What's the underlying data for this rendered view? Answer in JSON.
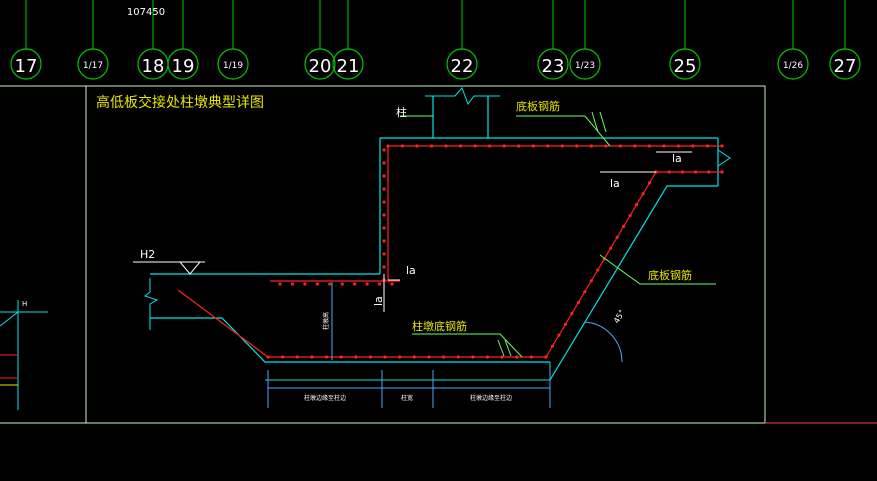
{
  "dimension_top": "107450",
  "axes": [
    {
      "label": "17",
      "small": false
    },
    {
      "label": "1/17",
      "small": true
    },
    {
      "label": "18",
      "small": false
    },
    {
      "label": "19",
      "small": false
    },
    {
      "label": "1/19",
      "small": true
    },
    {
      "label": "20",
      "small": false
    },
    {
      "label": "21",
      "small": false
    },
    {
      "label": "22",
      "small": false
    },
    {
      "label": "23",
      "small": false
    },
    {
      "label": "1/23",
      "small": true
    },
    {
      "label": "25",
      "small": false
    },
    {
      "label": "1/26",
      "small": true
    },
    {
      "label": "27",
      "small": false
    }
  ],
  "detail": {
    "title": "高低板交接处柱墩典型详图",
    "column_label": "柱",
    "bottom_rebar_top": "底板钢筋",
    "bottom_rebar_slope": "底板钢筋",
    "pier_bottom_rebar": "柱墩底钢筋",
    "la_labels": [
      "la",
      "la",
      "la",
      "la"
    ],
    "h2_label": "H2",
    "left_h_label": "H",
    "angle_label": "45°",
    "height_dim_label": "柱墩高",
    "bottom_dims": [
      "柱墩边缘至柱边",
      "柱宽",
      "柱墩边缘至柱边"
    ]
  },
  "colors": {
    "frame": "#c8f0c8",
    "axis_line": "#00c800",
    "concrete": "#00e6e6",
    "rebar": "#ff2020",
    "leader": "#66ff66",
    "text_yellow": "#e6e600",
    "dim_line": "#4da6ff"
  }
}
